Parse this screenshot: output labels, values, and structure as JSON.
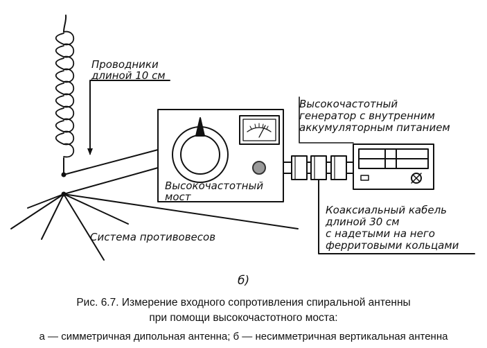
{
  "labels": {
    "conductors": [
      "Проводники",
      "длиной 10 см"
    ],
    "bridge": [
      "Высокочастотный",
      "мост"
    ],
    "generator": [
      "Высокочастотный",
      "генератор с внутренним",
      "аккумуляторным питанием"
    ],
    "cable": [
      "Коаксиальный кабель",
      "длиной 30 см",
      "с надетыми на него",
      "ферритовыми кольцами"
    ],
    "counterpoise": "Система противовесов",
    "subfigure": "б)"
  },
  "caption": {
    "line1": "Рис. 6.7. Измерение входного сопротивления спиральной антенны",
    "line2": "при помощи высокочастотного моста:",
    "line3": "а — симметричная дипольная антенна; б — несимметричная вертикальная антенна"
  }
}
